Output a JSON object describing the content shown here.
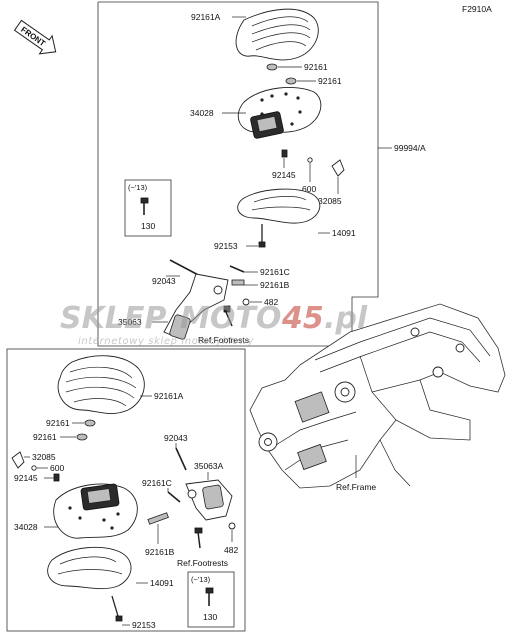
{
  "figure_code": "F2910A",
  "front_badge": "FRONT",
  "assembly_ref": "99994/A",
  "watermark": {
    "brand_a": "SKLEP",
    "brand_b": "MOTO",
    "brand_c": "45",
    "brand_d": ".pl",
    "tagline": "internetowy sklep motocyklowy"
  },
  "upper": {
    "p_92161A": "92161A",
    "p_92161_a": "92161",
    "p_92161_b": "92161",
    "p_34028": "34028",
    "p_92145": "92145",
    "p_600": "600",
    "p_32085": "32085",
    "p_14091": "14091",
    "p_92153": "92153",
    "p_92043": "92043",
    "p_92161C": "92161C",
    "p_92161B": "92161B",
    "p_482": "482",
    "p_35063": "35063",
    "ref_footrests": "Ref.Footrests",
    "inset_year": "(~'13)",
    "inset_part": "130"
  },
  "lower": {
    "p_92161A": "92161A",
    "p_92161_a": "92161",
    "p_92161_b": "92161",
    "p_32085": "32085",
    "p_600": "600",
    "p_92145": "92145",
    "p_92043": "92043",
    "p_35063A": "35063A",
    "p_92161C": "92161C",
    "p_34028": "34028",
    "p_92161B": "92161B",
    "p_482": "482",
    "ref_footrests": "Ref.Footrests",
    "p_14091": "14091",
    "inset_year": "(~'13)",
    "inset_part": "130",
    "p_92153": "92153"
  },
  "ref_frame": "Ref.Frame",
  "colors": {
    "line": "#222222",
    "watermark_red": "#c0392b",
    "watermark_gray": "#9a9a9a"
  }
}
